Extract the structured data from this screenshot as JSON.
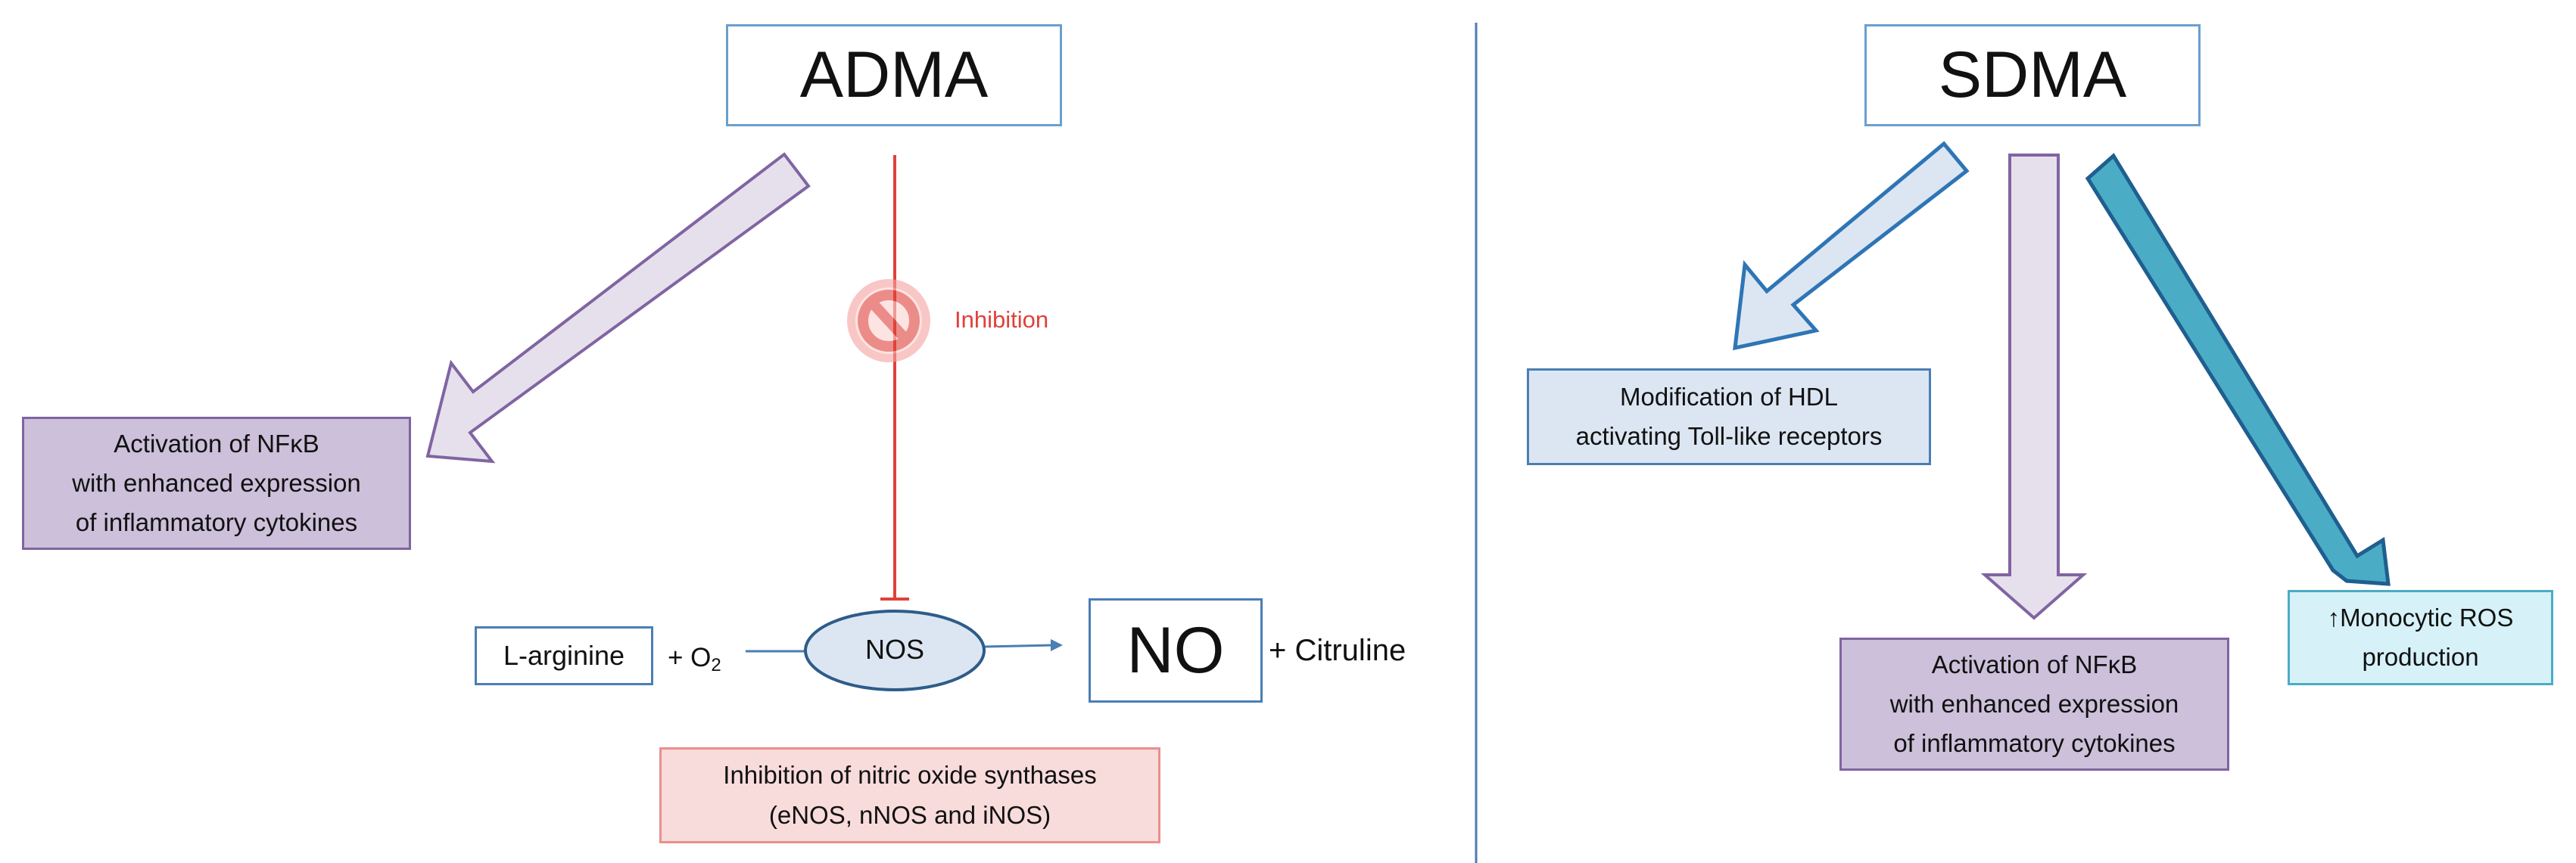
{
  "adma": {
    "title": "ADMA",
    "nfkb_box": "Activation of NFκB\nwith enhanced expression\nof inflammatory cytokines",
    "inhibition_label": "Inhibition",
    "reaction": {
      "substrate": "L-arginine",
      "plus_o2": "+ O",
      "o2_subscript": "2",
      "enzyme": "NOS",
      "product": "NO",
      "byproduct": "+ Citruline"
    },
    "nos_inhibition_box": "Inhibition of nitric oxide synthases\n(eNOS, nNOS and iNOS)"
  },
  "sdma": {
    "title": "SDMA",
    "hdl_box": "Modification of HDL\nactivating Toll-like receptors",
    "nfkb_box": "Activation of NFκB\nwith enhanced expression\nof inflammatory cytokines",
    "ros_box": "↑Monocytic ROS\nproduction"
  },
  "colors": {
    "purple_fill": "#ccc0da",
    "purple_border": "#8064a2",
    "light_purple_arrow": "#e6e0ec",
    "blue_border": "#2e75b6",
    "light_blue_fill": "#dce6f2",
    "cyan_fill": "#4bacc6",
    "inhibition_red": "#e0413a"
  }
}
